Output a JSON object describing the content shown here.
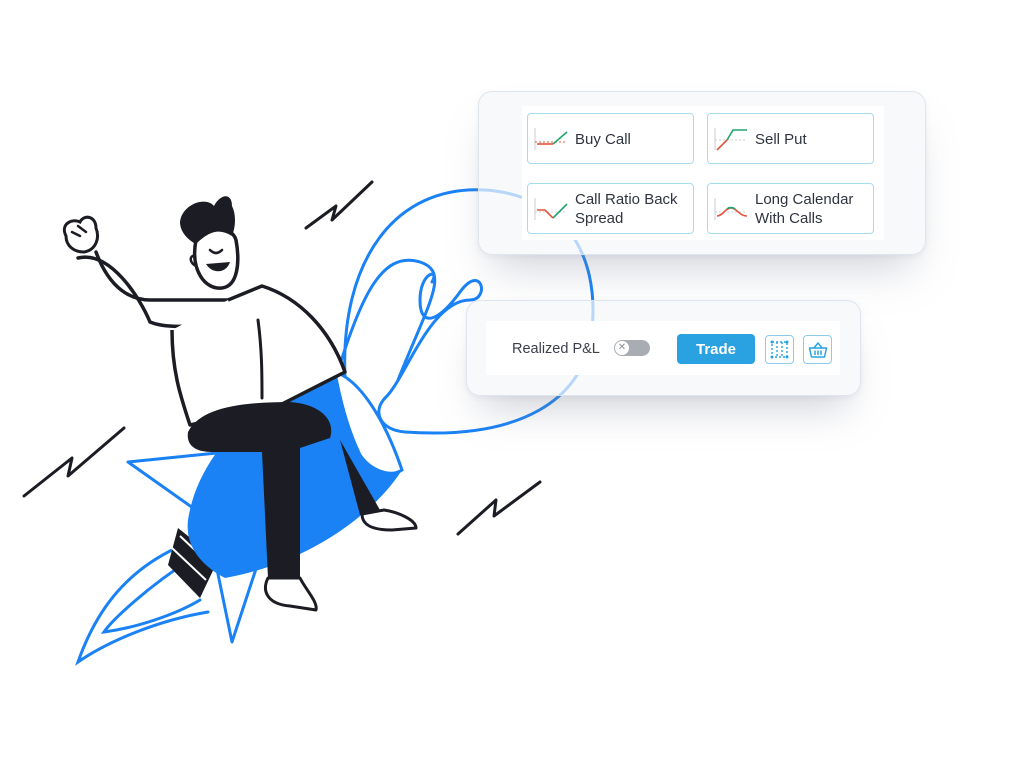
{
  "strategies": [
    {
      "label": "Buy Call",
      "icon": "payoff-buy-call-icon"
    },
    {
      "label": "Sell Put",
      "icon": "payoff-sell-put-icon"
    },
    {
      "label": "Call Ratio Back Spread",
      "icon": "payoff-ratio-back-spread-icon"
    },
    {
      "label": "Long Calendar With Calls",
      "icon": "payoff-calendar-icon"
    }
  ],
  "actions": {
    "pnl_label": "Realized P&L",
    "pnl_toggle_on": false,
    "trade_label": "Trade",
    "grid_icon": "grid-icon",
    "basket_icon": "basket-icon"
  },
  "colors": {
    "accent": "#2aa2e2",
    "rocket_blue": "#1a82f5",
    "ink": "#1c1d24",
    "card_border": "#a7dbee",
    "profit_green": "#1fa56b",
    "loss_red": "#e2553f"
  }
}
